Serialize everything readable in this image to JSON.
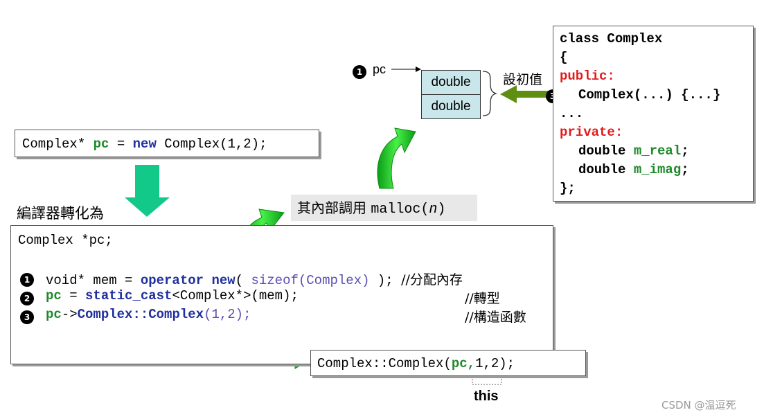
{
  "top_code": {
    "p1": "Complex* ",
    "pc": "pc",
    "eq": " = ",
    "new": "new",
    "rest": " Complex(1,2);"
  },
  "compiler_label": "編譯器轉化為",
  "main_code": {
    "line1": "Complex *pc;",
    "l2": {
      "a": "void* mem = ",
      "op": "operator new",
      "b": "( ",
      "sz": "sizeof(Complex)",
      "c": " ); ",
      "cm": "//分配內存"
    },
    "l3": {
      "pc": "pc",
      "a": " = ",
      "sc": "static_cast",
      "b": "<Complex*>(mem);",
      "cm": "//轉型"
    },
    "l4": {
      "pc": "pc",
      "arrow": "->",
      "ctor": "Complex::Complex",
      "args": "(1,2);",
      "cm": "//構造函數"
    }
  },
  "bottom_code": {
    "a": "Complex::Complex(",
    "pc": "pc,",
    "b": "1,2);"
  },
  "this_label": "this",
  "malloc_label": {
    "zh": "其內部調用 ",
    "fn": "malloc(",
    "n": "n",
    "close": ")"
  },
  "memory": {
    "pc_label": "pc",
    "cells": [
      "double",
      "double"
    ],
    "init_label": "設初值"
  },
  "class_box": {
    "l1": "class Complex",
    "l2": "{",
    "l3": "public:",
    "l4": "Complex(...) {...}",
    "l5": "...",
    "l6": "private:",
    "l7a": "double ",
    "l7b": "m_real",
    "l7c": ";",
    "l8a": "double ",
    "l8b": "m_imag",
    "l8c": ";",
    "l9": "};"
  },
  "bullets": [
    "1",
    "2",
    "3"
  ],
  "watermark": "CSDN @温逗死",
  "colors": {
    "green_arrow": "#2fe02f",
    "teal_arrow": "#12c98a",
    "olive_arrow": "#5f8f12",
    "cell_fill": "#c9e6ea"
  }
}
